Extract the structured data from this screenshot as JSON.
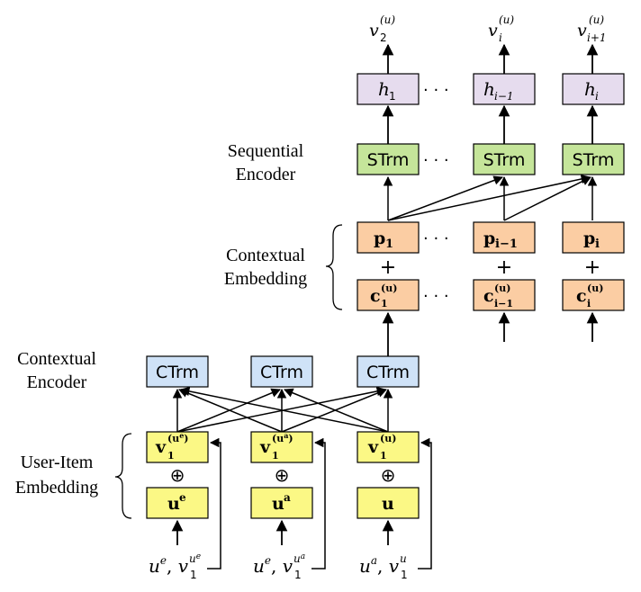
{
  "outputs": [
    {
      "base": "v",
      "sup": "(u)",
      "sub": "2"
    },
    {
      "base": "v",
      "sup": "(u)",
      "sub": "i"
    },
    {
      "base": "v",
      "sup": "(u)",
      "sub": "i+1"
    }
  ],
  "hidden": [
    {
      "base": "h",
      "sub": "1"
    },
    {
      "base": "h",
      "sub": "i−1"
    },
    {
      "base": "h",
      "sub": "i"
    }
  ],
  "strm_label": "STrm",
  "ctrm_label": "CTrm",
  "position": [
    {
      "base": "p",
      "sub": "1"
    },
    {
      "base": "p",
      "sub": "i−1"
    },
    {
      "base": "p",
      "sub": "i"
    }
  ],
  "context": [
    {
      "base": "c",
      "sup": "(u)",
      "sub": "1"
    },
    {
      "base": "c",
      "sup": "(u)",
      "sub": "i−1"
    },
    {
      "base": "c",
      "sup": "(u)",
      "sub": "i"
    }
  ],
  "item_emb": [
    {
      "base": "v",
      "sub": "1",
      "sup_open": "(u",
      "sup_sup": "e",
      "sup_close": ")"
    },
    {
      "base": "v",
      "sub": "1",
      "sup_open": "(u",
      "sup_sup": "a",
      "sup_close": ")"
    },
    {
      "base": "v",
      "sub": "1",
      "sup_open": "(u)",
      "sup_sup": "",
      "sup_close": ""
    }
  ],
  "user_emb": [
    {
      "base": "u",
      "sup": "e"
    },
    {
      "base": "u",
      "sup": "a"
    },
    {
      "base": "u",
      "sup": ""
    }
  ],
  "inputs": [
    {
      "a": "u",
      "a_sup": "e",
      "b": "v",
      "b_sub": "1",
      "b_sup": "u",
      "b_supsup": "e"
    },
    {
      "a": "u",
      "a_sup": "e",
      "b": "v",
      "b_sub": "1",
      "b_sup": "u",
      "b_supsup": "a"
    },
    {
      "a": "u",
      "a_sup": "a",
      "b": "v",
      "b_sub": "1",
      "b_sup": "u",
      "b_supsup": ""
    }
  ],
  "ellipsis": "· · ·",
  "plus": "+",
  "oplus": "⊕",
  "labels": {
    "sequential_1": "Sequential",
    "sequential_2": "Encoder",
    "contextual_emb_1": "Contextual",
    "contextual_emb_2": "Embedding",
    "contextual_enc_1": "Contextual",
    "contextual_enc_2": "Encoder",
    "user_item_1": "User-Item",
    "user_item_2": "Embedding"
  },
  "colors": {
    "hidden": "#e6dcee",
    "strm": "#c5e59a",
    "emb": "#fbcda3",
    "ctrm": "#cfe2f7",
    "input": "#fbf885"
  }
}
